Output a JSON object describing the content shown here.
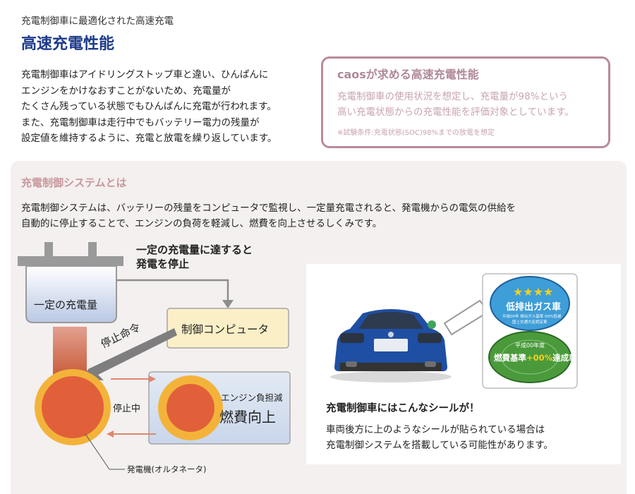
{
  "header": {
    "subtitle": "充電制御車に最適化された高速充電",
    "title": "高速充電性能"
  },
  "intro": {
    "lines": [
      "充電制御車はアイドリングストップ車と違い、ひんぱんに",
      "エンジンをかけなおすことがないため、充電量が",
      "たくさん残っている状態でもひんぱんに充電が行われます。",
      "また、充電制御車は走行中でもバッテリー電力の残量が",
      "設定値を維持するように、充電と放電を繰り返しています。"
    ]
  },
  "caos_box": {
    "title": "caosが求める高速充電性能",
    "lines": [
      "充電制御車の使用状況を想定し、充電量が98%という",
      "高い充電状態からの充電性能を評価対象としています。"
    ],
    "note": "※試験条件:充電状態(SOC)98%までの放電を想定"
  },
  "system": {
    "title": "充電制御システムとは",
    "lines": [
      "充電制御システムは、バッテリーの残量をコンピュータで監視し、一定量充電されると、発電機からの電気の供給を",
      "自動的に停止することで、エンジンの負荷を軽減し、燃費を向上させるしくみです。"
    ]
  },
  "diagram": {
    "battery_label": "一定の充電量",
    "notice_line1": "一定の充電量に達すると",
    "notice_line2": "発電を停止",
    "computer_label": "制御コンピュータ",
    "stop_command": "停止命令",
    "stopped_label": "停止中",
    "load_label": "エンジン負担減",
    "fuel_label": "燃費向上",
    "alternator_label": "発電機(オルタネータ)"
  },
  "sticker": {
    "stars": "★★★★",
    "low_emission": "低排出ガス車",
    "fine_print1": "平成00年 排出ガス基準 00%低減",
    "fine_print2": "国土交通大臣認定車",
    "year": "平成00年度",
    "fuel_std_a": "燃費基準",
    "fuel_std_b": "+00%",
    "fuel_std_c": "達成車"
  },
  "car": {
    "heading": "充電制御車にはこんなシールが！",
    "lines": [
      "車両後方に上のようなシールが貼られている場合は",
      "充電制御システムを搭載している可能性があります。"
    ]
  },
  "colors": {
    "title_blue": "#1d3a8a",
    "caos_border": "#b98a9c",
    "section_pink": "#c9979c",
    "panel_bg": "#f3f0ef",
    "alternator_orange": "#e1603a",
    "alternator_ring": "#f3b33a",
    "computer_box": "#fbefc7",
    "car_blue": "#1f4fa3"
  }
}
